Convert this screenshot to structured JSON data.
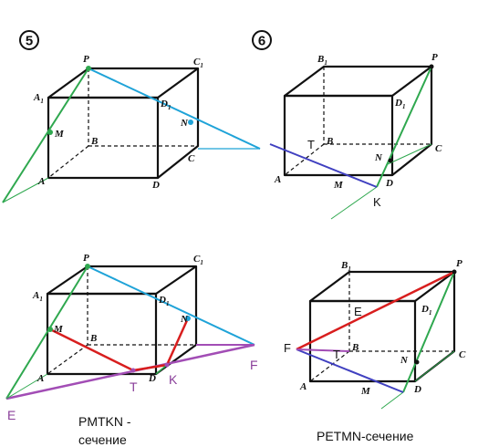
{
  "colors": {
    "green": "#2fa84f",
    "blue": "#1fa3d8",
    "red": "#d81e1e",
    "purple": "#a24db5",
    "navy": "#4040c0",
    "edge": "#111111"
  },
  "figures": {
    "fig5": {
      "number": "5",
      "labels": {
        "P": "P",
        "C1": "C",
        "C1_sub": "1",
        "A1": "A",
        "A1_sub": "1",
        "D1": "D",
        "D1_sub": "1",
        "M": "M",
        "N": "N",
        "B": "B",
        "C": "C",
        "A": "A",
        "D": "D"
      }
    },
    "fig6": {
      "number": "6",
      "labels": {
        "P": "P",
        "B1": "B",
        "B1_sub": "1",
        "D1": "D",
        "D1_sub": "1",
        "T": "T",
        "B": "B",
        "C": "C",
        "N": "N",
        "A": "A",
        "M": "M",
        "D": "D",
        "K": "K"
      }
    },
    "fig5b": {
      "labels": {
        "P": "P",
        "C1": "C",
        "C1_sub": "1",
        "A1": "A",
        "A1_sub": "1",
        "D1": "D",
        "D1_sub": "1",
        "M": "M",
        "N": "N",
        "B": "B",
        "A": "A",
        "D": "D",
        "T": "T",
        "K": "K",
        "F": "F",
        "E": "E"
      },
      "caption_line1": "PMTKN -",
      "caption_line2": "сечение"
    },
    "fig6b": {
      "labels": {
        "P": "P",
        "B1": "B",
        "B1_sub": "1",
        "E": "E",
        "D1": "D",
        "D1_sub": "1",
        "F": "F",
        "T": "T",
        "B": "B",
        "N": "N",
        "C": "C",
        "A": "A",
        "M": "M",
        "D": "D"
      },
      "caption": "PETMN-сечение"
    }
  }
}
